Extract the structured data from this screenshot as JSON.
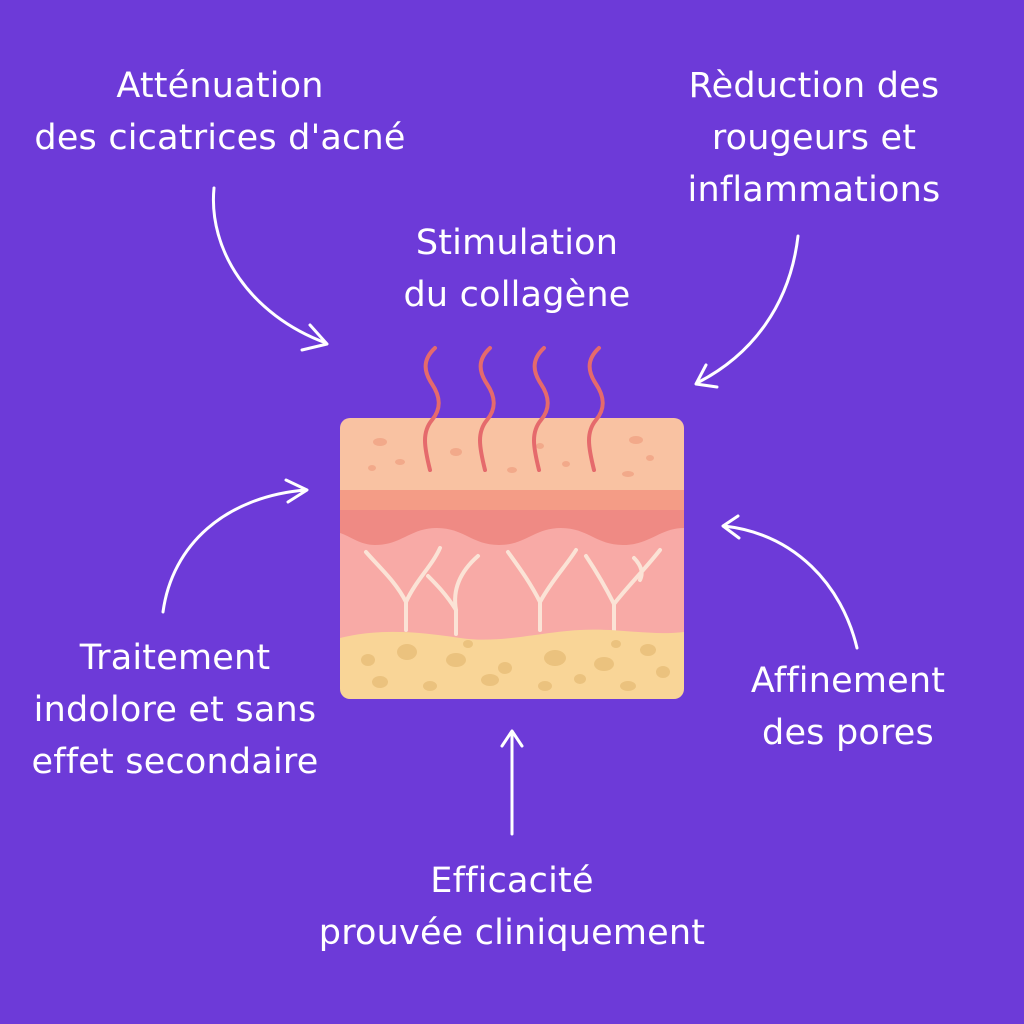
{
  "diagram": {
    "colors": {
      "background": "#6d3ad8",
      "arrow": "#ffffff",
      "text": "#ffffff",
      "epidermis": "#f9c2a2",
      "basal_band": "#f49c86",
      "wavy_layer": "#ef8a84",
      "dermis": "#f8aaa6",
      "fibers": "#fbe3d6",
      "hypodermis": "#f9d597",
      "fat_dots": "#ebc27e",
      "heat_waves": "#e56a6c"
    },
    "benefits": {
      "scars": {
        "lines": [
          "Atténuation",
          "des cicatrices d'acné"
        ]
      },
      "redness": {
        "lines": [
          "Rèduction des",
          "rougeurs et",
          "inflammations"
        ]
      },
      "collagen": {
        "lines": [
          "Stimulation",
          "du collagène"
        ]
      },
      "painless": {
        "lines": [
          "Traitement",
          "indolore et sans",
          "effet secondaire"
        ]
      },
      "pores": {
        "lines": [
          "Affinement",
          "des pores"
        ]
      },
      "clinical": {
        "lines": [
          "Efficacité",
          "prouvée cliniquement"
        ]
      }
    }
  }
}
